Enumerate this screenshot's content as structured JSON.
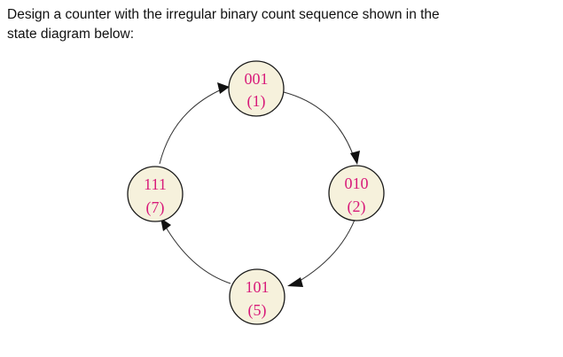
{
  "text": {
    "line1": "Design a counter with the irregular binary count sequence shown in the",
    "line2": "state diagram below:"
  },
  "colors": {
    "state_fill": "#f6f1dc",
    "state_label": "#d81b7a",
    "line": "#333333"
  },
  "states": [
    {
      "id": "s1",
      "code": "001",
      "decimal": "(1)"
    },
    {
      "id": "s2",
      "code": "010",
      "decimal": "(2)"
    },
    {
      "id": "s5",
      "code": "101",
      "decimal": "(5)"
    },
    {
      "id": "s7",
      "code": "111",
      "decimal": "(7)"
    }
  ],
  "transitions": [
    {
      "from": "001",
      "to": "010"
    },
    {
      "from": "010",
      "to": "101"
    },
    {
      "from": "101",
      "to": "111"
    },
    {
      "from": "111",
      "to": "001"
    }
  ]
}
